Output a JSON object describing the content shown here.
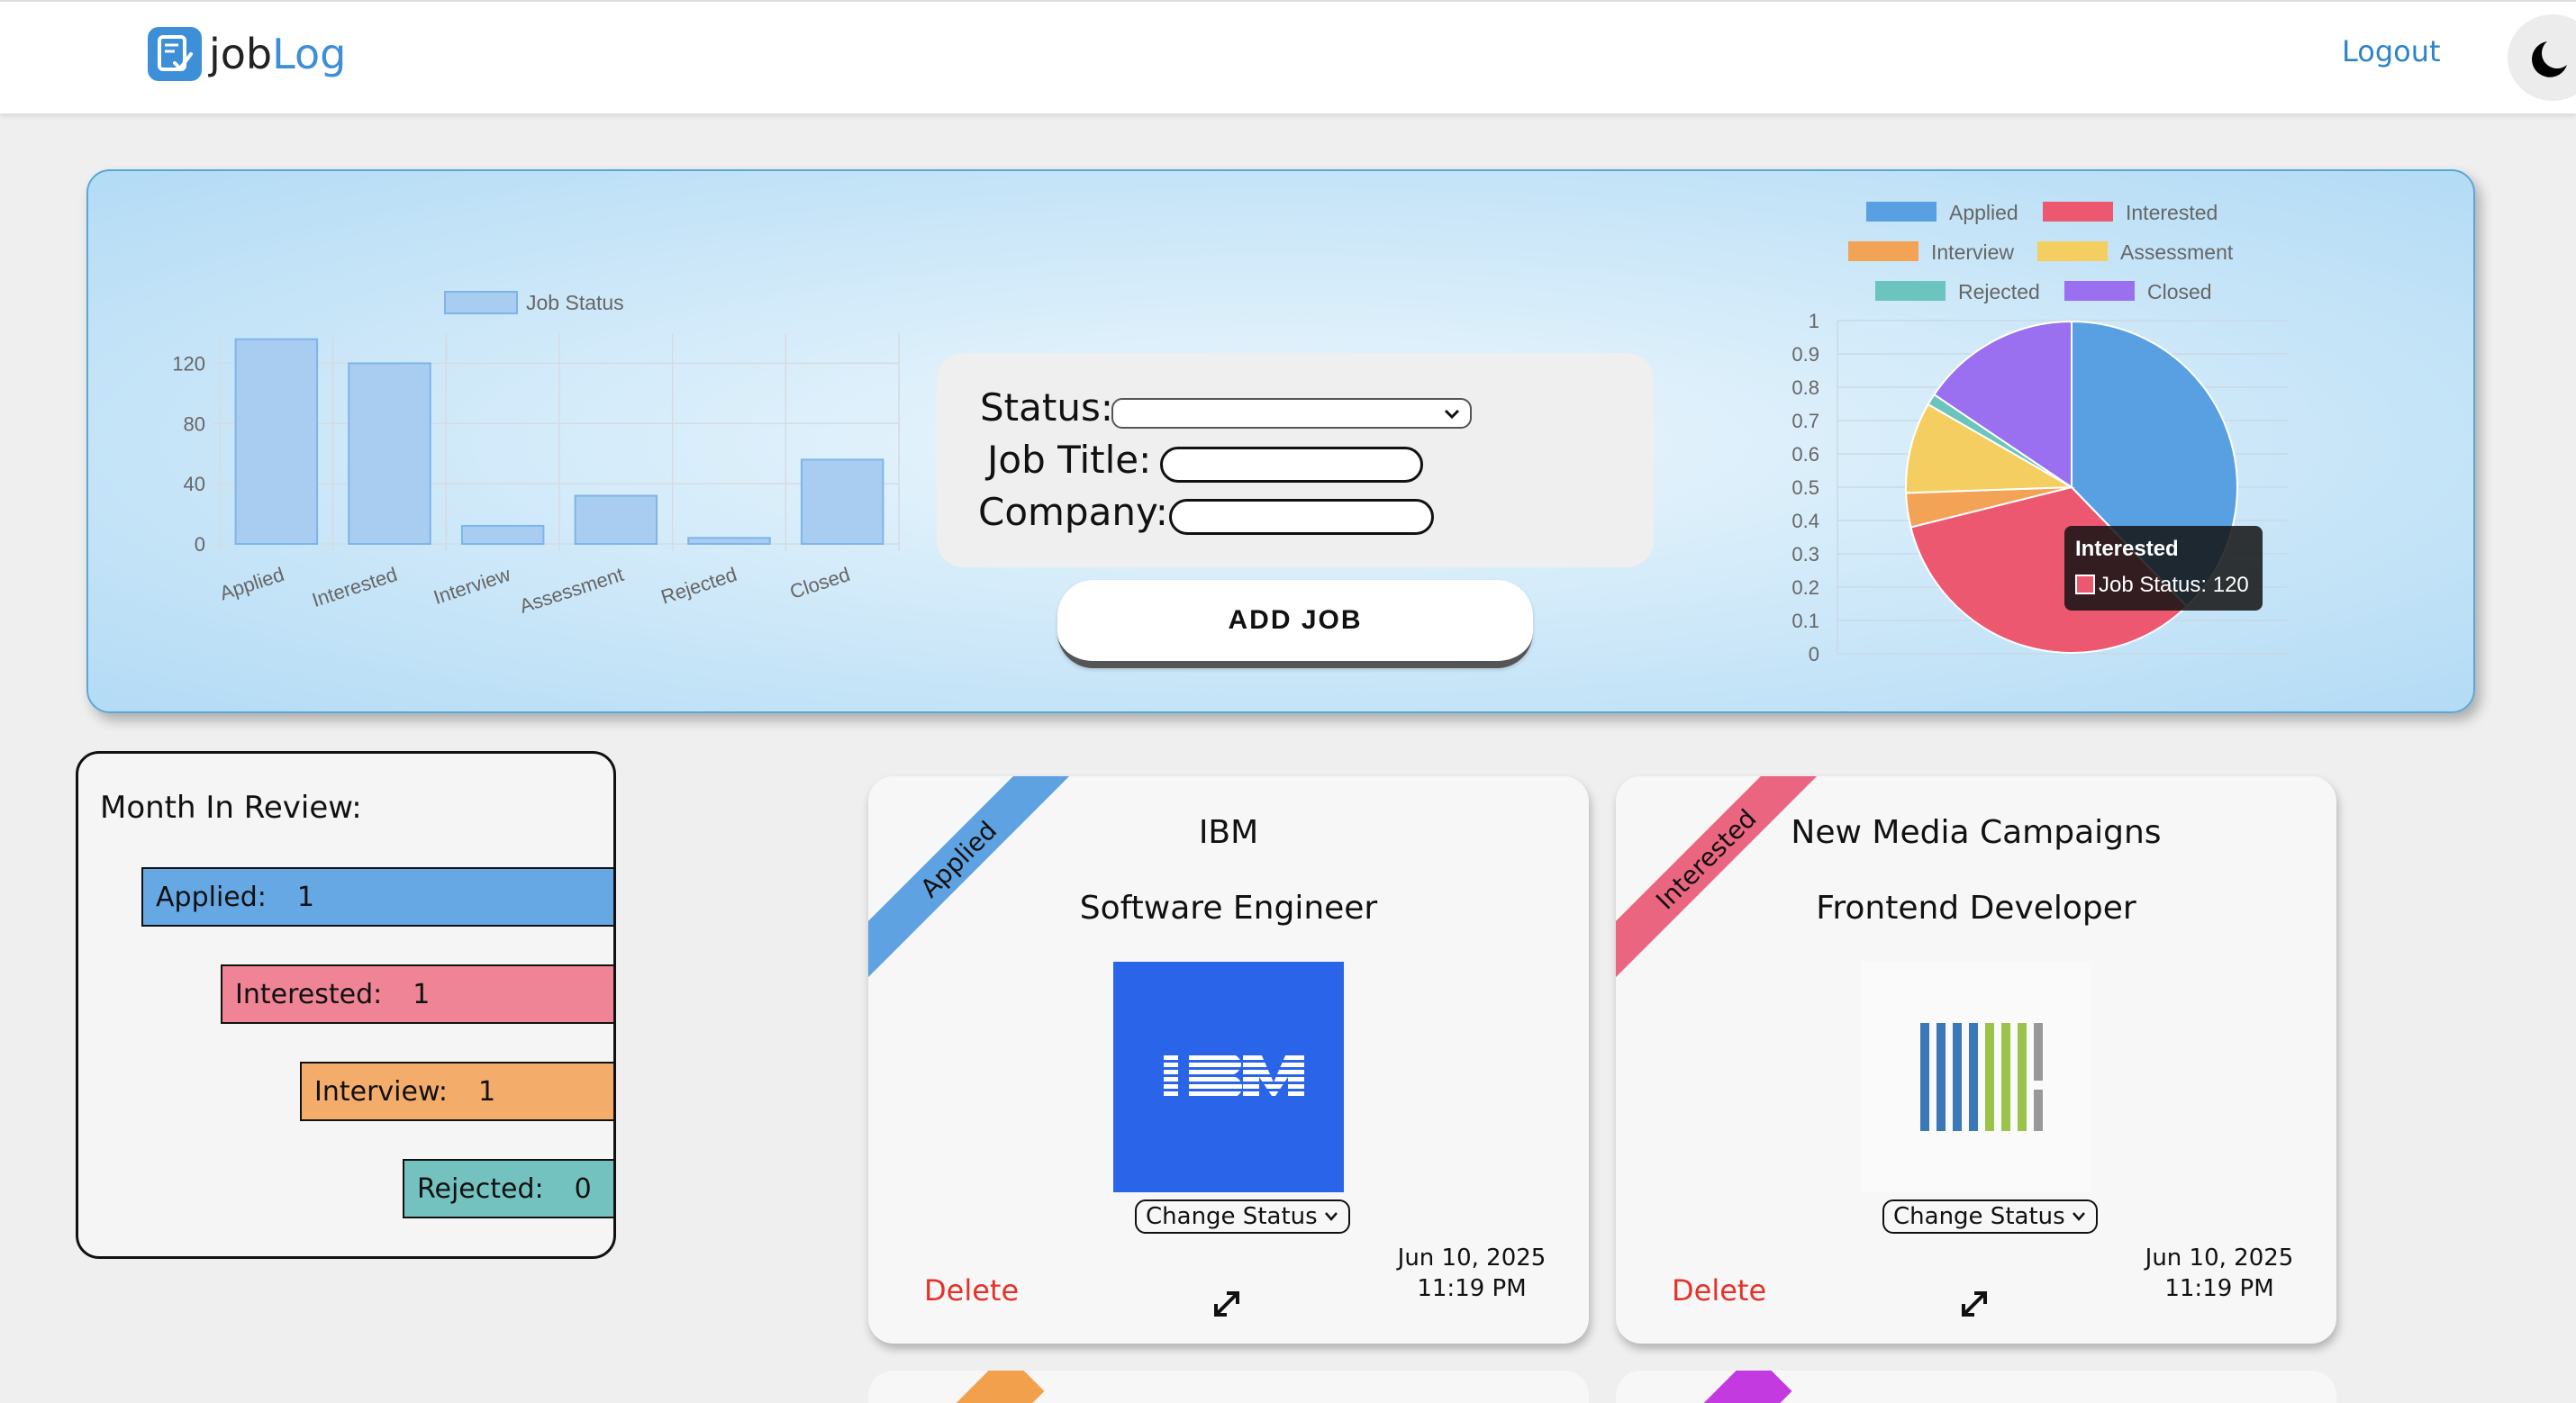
{
  "app": {
    "name_part1": "job",
    "name_part2": "Log",
    "logout_label": "Logout"
  },
  "bar_chart": {
    "type": "bar",
    "legend": "Job Status",
    "categories": [
      "Applied",
      "Interested",
      "Interview",
      "Assessment",
      "Rejected",
      "Closed"
    ],
    "values": [
      136,
      120,
      12,
      32,
      4,
      56
    ],
    "yticks": [
      "0",
      "40",
      "80",
      "120"
    ],
    "ylim": [
      0,
      140
    ]
  },
  "pie_chart": {
    "type": "pie",
    "legend": [
      "Applied",
      "Interested",
      "Interview",
      "Assessment",
      "Rejected",
      "Closed"
    ],
    "values": [
      136,
      120,
      12,
      32,
      4,
      56
    ],
    "colors": [
      "#59a0e2",
      "#ec5870",
      "#f3a355",
      "#f5ce62",
      "#6cc4be",
      "#9a6ff0"
    ],
    "axis_ticks": [
      "0",
      "0.1",
      "0.2",
      "0.3",
      "0.4",
      "0.5",
      "0.6",
      "0.7",
      "0.8",
      "0.9",
      "1"
    ],
    "tooltip_title": "Interested",
    "tooltip_body": "Job Status: 120"
  },
  "form": {
    "status_label": "Status:",
    "job_title_label": "Job Title:",
    "company_label": "Company:",
    "status_value": "",
    "job_title_value": "",
    "company_value": "",
    "add_button": "ADD JOB"
  },
  "month_review": {
    "title": "Month In Review:",
    "rows": [
      {
        "label": "Applied:",
        "count": "1",
        "color": "#66a8e4"
      },
      {
        "label": "Interested:",
        "count": "1",
        "color": "#ef8496"
      },
      {
        "label": "Interview:",
        "count": "1",
        "color": "#f3ac6a"
      },
      {
        "label": "Rejected:",
        "count": "0",
        "color": "#74c2c0"
      }
    ]
  },
  "cards": [
    {
      "ribbon": "Applied",
      "ribbon_color": "#5fa2e2",
      "company": "IBM",
      "title": "Software Engineer",
      "logo": "ibm-logo",
      "status_select": "Change Status",
      "delete": "Delete",
      "date": "Jun 10, 2025",
      "time": "11:19 PM"
    },
    {
      "ribbon": "Interested",
      "ribbon_color": "#ea6580",
      "company": "New Media Campaigns",
      "title": "Frontend Developer",
      "logo": "nmc-logo",
      "status_select": "Change Status",
      "delete": "Delete",
      "date": "Jun 10, 2025",
      "time": "11:19 PM"
    }
  ],
  "card_stubs": [
    {
      "ribbon_color": "#f3a04c"
    },
    {
      "ribbon_color": "#c23ae0"
    }
  ]
}
